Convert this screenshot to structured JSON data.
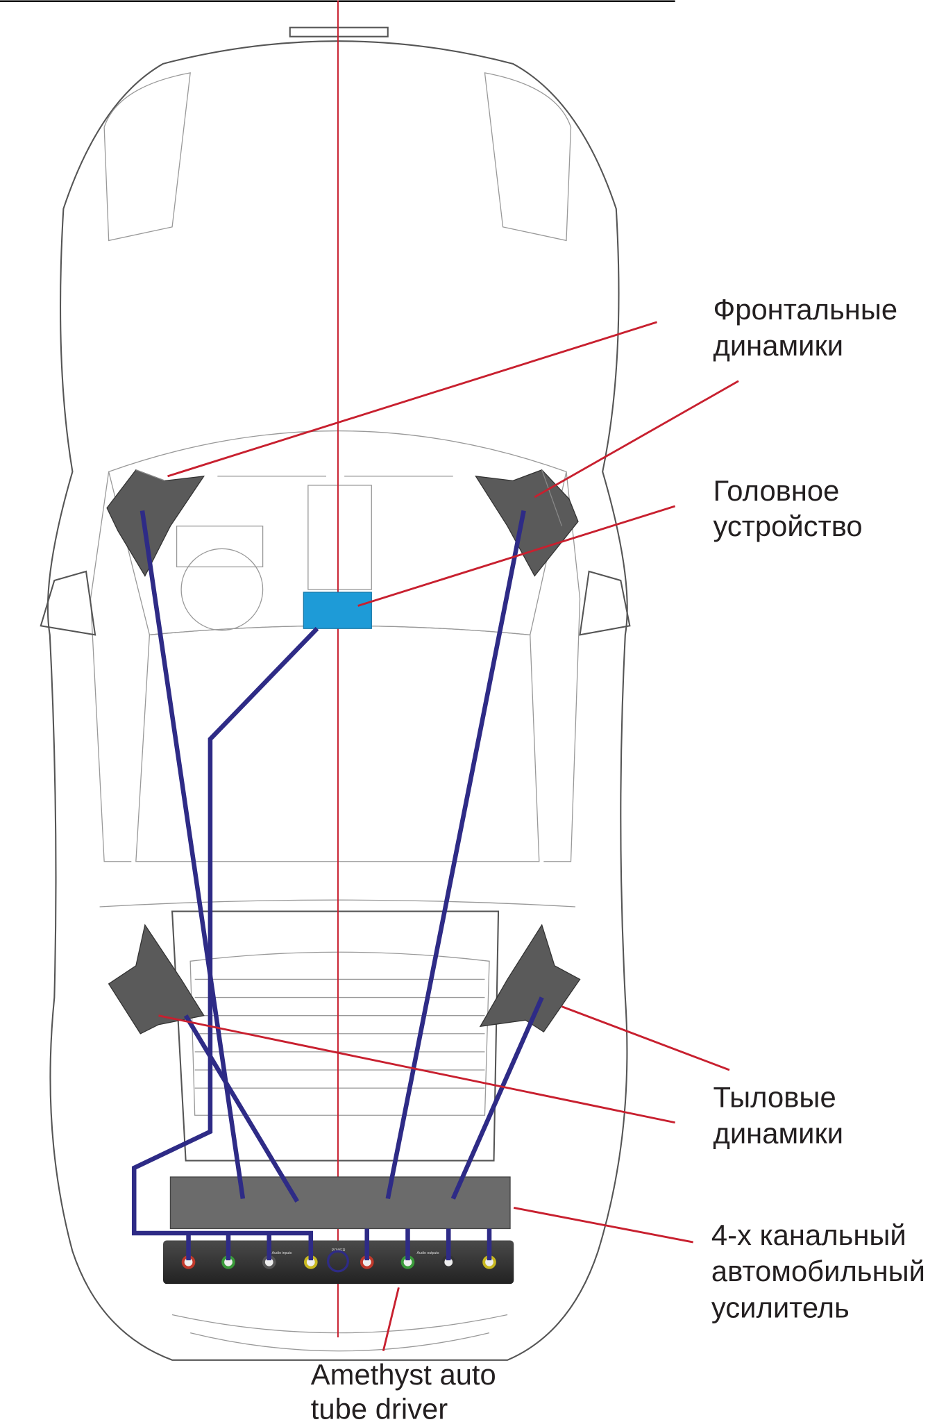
{
  "labels": {
    "front_speakers": [
      "Фронтальные",
      "динамики"
    ],
    "head_unit": [
      "Головное",
      "устройство"
    ],
    "rear_speakers": [
      "Тыловые",
      "динамики"
    ],
    "amplifier": [
      "4-х канальный",
      "автомобильный",
      "усилитель"
    ],
    "tube_driver": [
      "Amethyst auto",
      "tube driver"
    ]
  },
  "device_panel": {
    "power": "POWER",
    "inputs": "Audio inputs",
    "outputs": "Audio outputs"
  },
  "colors": {
    "leader": "#c8202f",
    "wire": "#2e2b86",
    "head_unit": "#1e9bd7",
    "amplifier": "#6b6b6b",
    "speaker": "#5a5a5a"
  }
}
